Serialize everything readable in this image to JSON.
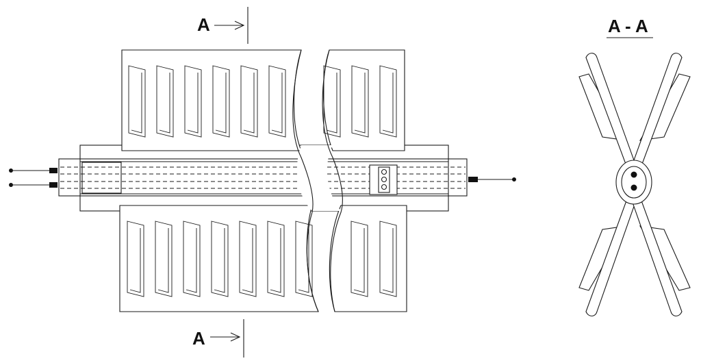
{
  "section_marker_top": "A",
  "section_marker_bottom": "A",
  "section_view_title": "A - A",
  "colors": {
    "ink": "#1a1a1a",
    "paper": "#ffffff",
    "terminal": "#111111"
  }
}
